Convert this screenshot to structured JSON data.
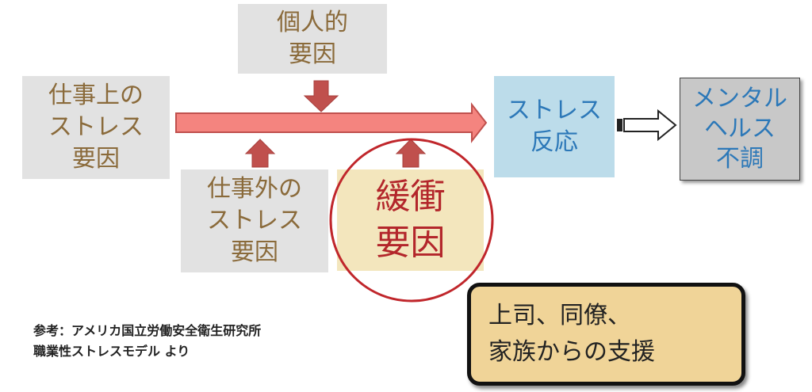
{
  "boxes": {
    "personal": "個人的\n要因",
    "work": "仕事上の\nストレス\n要因",
    "nonwork": "仕事外の\nストレス\n要因",
    "buffer": "緩衝\n要因",
    "response": "ストレス\n反応",
    "mental": "メンタル\nヘルス\n不調",
    "support": "上司、同僚、\n家族からの支援"
  },
  "source": "参考：アメリカ国立労働安全衛生研究所\n職業性ストレスモデル より",
  "colors": {
    "arrow_fill": "#f4847f",
    "arrow_stroke": "#c0504d",
    "small_arrow": "#c0504d",
    "highlight_circle": "#c0262b"
  }
}
